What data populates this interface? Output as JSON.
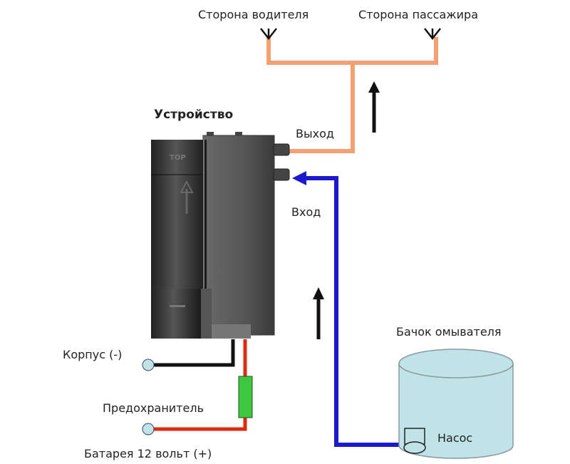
{
  "labels": {
    "driver_side": "Сторона водителя",
    "passenger_side": "Сторона пассажира",
    "device": "Устройство",
    "outlet": "Выход",
    "inlet": "Вход",
    "washer_tank": "Бачок омывателя",
    "pump": "Насос",
    "ground": "Корпус (-)",
    "fuse": "Предохранитель",
    "battery": "Батарея 12 вольт (+)",
    "device_top_mark": "TOP"
  },
  "colors": {
    "outlet_pipe": "#f4a070",
    "inlet_pipe": "#1a1acc",
    "ground_wire": "#111111",
    "power_wire": "#dd2a10",
    "fuse": "#3ec63e",
    "tank": "#bfe3e6"
  }
}
